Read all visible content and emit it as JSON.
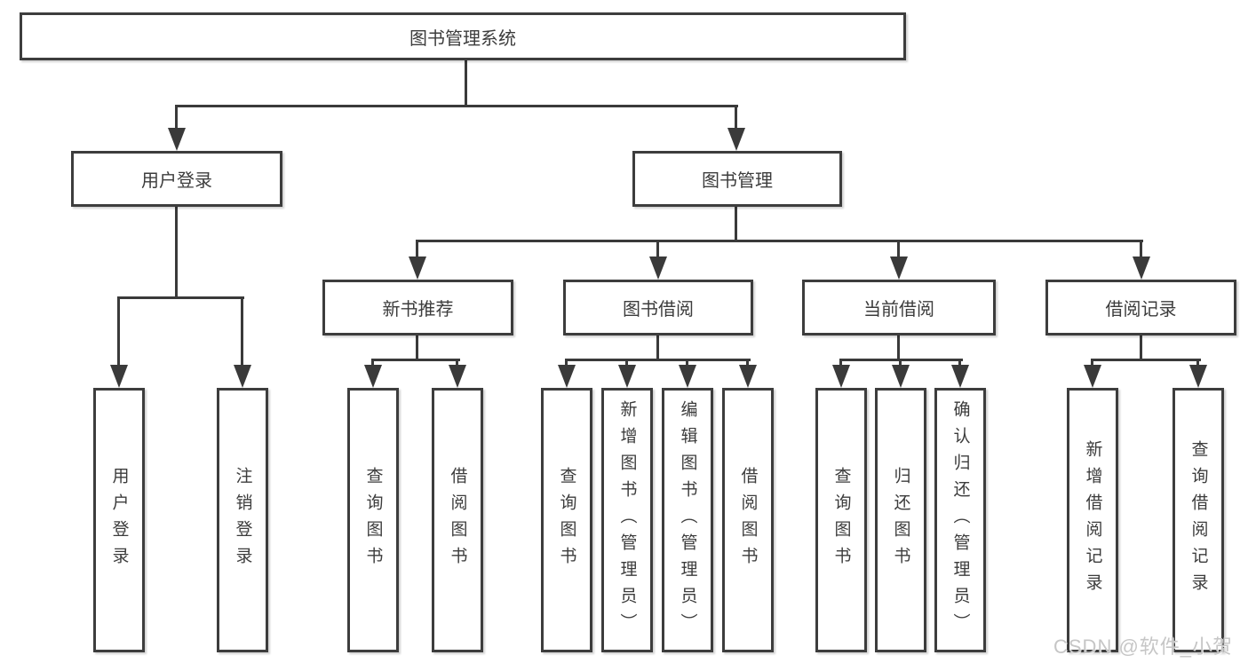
{
  "tree": {
    "label": "图书管理系统",
    "children": [
      {
        "label": "用户登录",
        "children": [
          {
            "label": "用户登录"
          },
          {
            "label": "注销登录"
          }
        ]
      },
      {
        "label": "图书管理",
        "children": [
          {
            "label": "新书推荐",
            "children": [
              {
                "label": "查询图书"
              },
              {
                "label": "借阅图书"
              }
            ]
          },
          {
            "label": "图书借阅",
            "children": [
              {
                "label": "查询图书"
              },
              {
                "label": "新增图书（管理员）"
              },
              {
                "label": "编辑图书（管理员）"
              },
              {
                "label": "借阅图书"
              }
            ]
          },
          {
            "label": "当前借阅",
            "children": [
              {
                "label": "查询图书"
              },
              {
                "label": "归还图书"
              },
              {
                "label": "确认归还（管理员）"
              }
            ]
          },
          {
            "label": "借阅记录",
            "children": [
              {
                "label": "新增借阅记录"
              },
              {
                "label": "查询借阅记录"
              }
            ]
          }
        ]
      }
    ]
  },
  "watermark": "CSDN @软件_小贺同学",
  "colors": {
    "line": "#3a3a3a",
    "border": "#3d3d3d",
    "text": "#3c3c3c",
    "watermark": "#c6c6c6",
    "background": "#ffffff"
  }
}
